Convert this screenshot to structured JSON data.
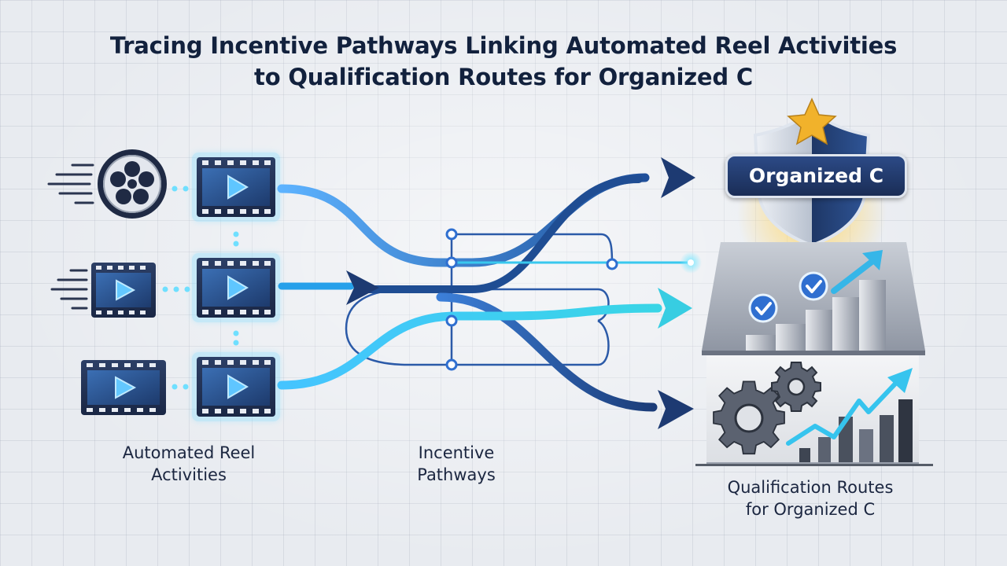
{
  "title": {
    "line1": "Tracing Incentive Pathways Linking Automated Reel Activities",
    "line2": "to Qualification Routes for Organized C"
  },
  "labels": {
    "left": {
      "line1": "Automated Reel",
      "line2": "Activities"
    },
    "middle": {
      "line1": "Incentive",
      "line2": "Pathways"
    },
    "right": {
      "line1": "Qualification Routes",
      "line2": "for Organized C"
    }
  },
  "badge": {
    "text": "Organized C"
  },
  "icons": {
    "film_reel": "film-reel-icon",
    "video": "video-play-icon",
    "shield": "shield-star-icon",
    "check": "check-circle-icon",
    "gear": "gear-icon",
    "growth": "growth-chart-icon"
  },
  "colors": {
    "navy": "#1a2d56",
    "blue": "#2f6fd0",
    "cyan": "#3fd3ec",
    "gold": "#f1b22b",
    "background": "#e8ebf0"
  }
}
